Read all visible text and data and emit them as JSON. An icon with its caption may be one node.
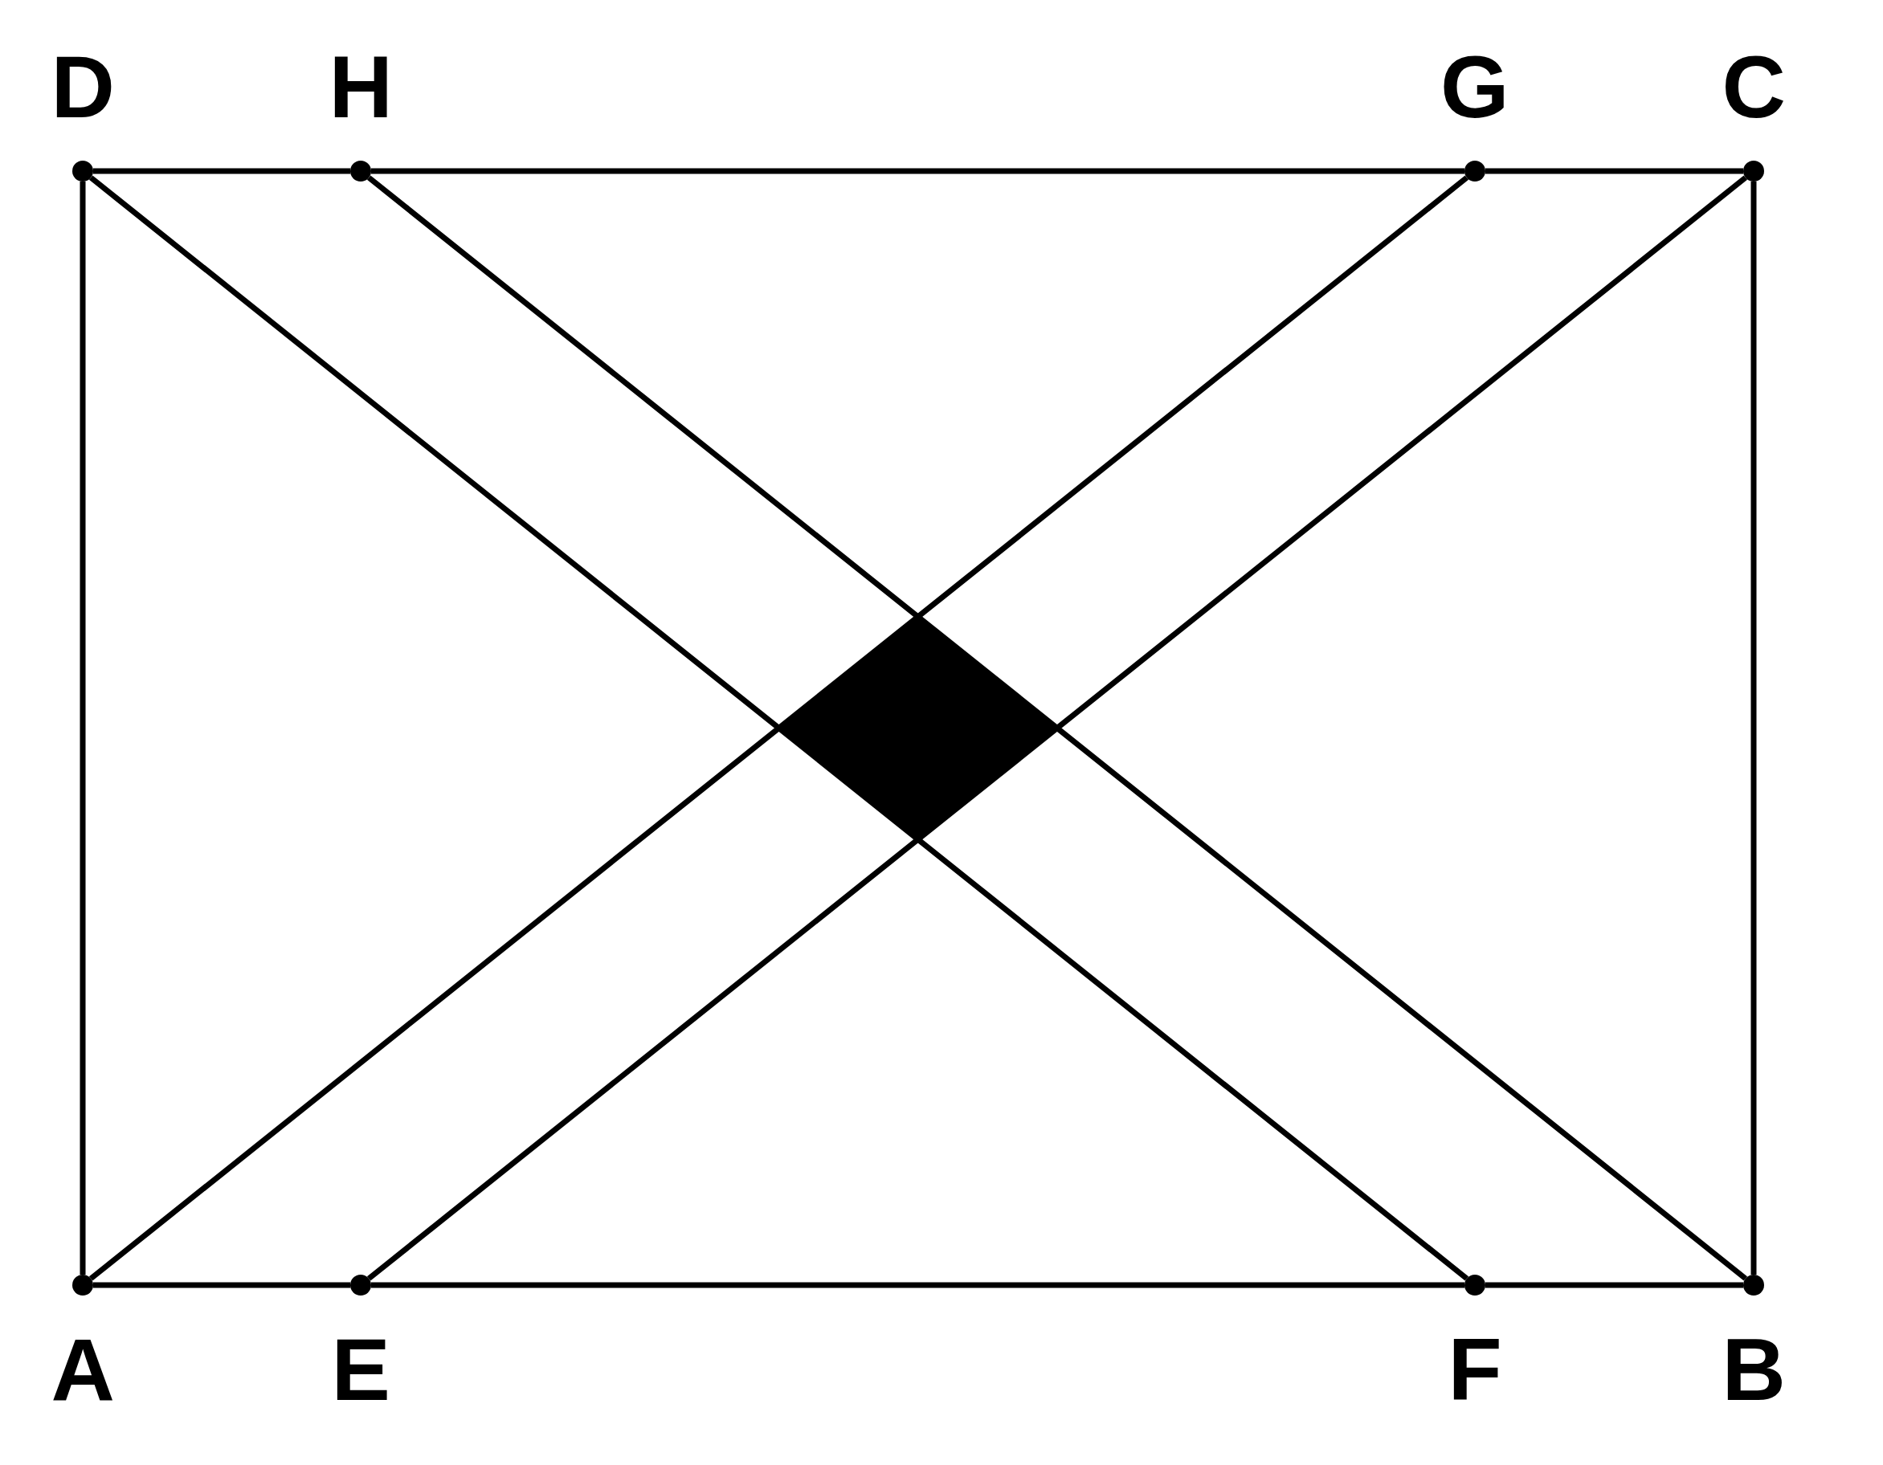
{
  "diagram": {
    "nodes": [
      {
        "text": [
          "A"
        ]
      },
      {
        "text": [
          "E"
        ]
      },
      {
        "text": [
          "F"
        ]
      },
      {
        "text": [
          "B"
        ]
      },
      {
        "text": [
          "C"
        ]
      },
      {
        "text": [
          "G"
        ]
      },
      {
        "text": [
          "H"
        ]
      },
      {
        "text": [
          "D"
        ]
      },
      {
        "text": [],
        "shape": "diamond"
      }
    ],
    "edges": [
      {
        "from": 0,
        "to": 1,
        "arrow": "none"
      },
      {
        "from": 1,
        "to": 2,
        "arrow": "none"
      },
      {
        "from": 2,
        "to": 3,
        "arrow": "none"
      },
      {
        "from": 3,
        "to": 4,
        "arrow": "none"
      },
      {
        "from": 4,
        "to": 5,
        "arrow": "none"
      },
      {
        "from": 5,
        "to": 6,
        "arrow": "none"
      },
      {
        "from": 6,
        "to": 7,
        "arrow": "none"
      },
      {
        "from": 7,
        "to": 0,
        "arrow": "none"
      },
      {
        "from": 0,
        "to": 5,
        "arrow": "none"
      },
      {
        "from": 1,
        "to": 4,
        "arrow": "none"
      },
      {
        "from": 7,
        "to": 2,
        "arrow": "none"
      },
      {
        "from": 6,
        "to": 3,
        "arrow": "none"
      }
    ]
  }
}
